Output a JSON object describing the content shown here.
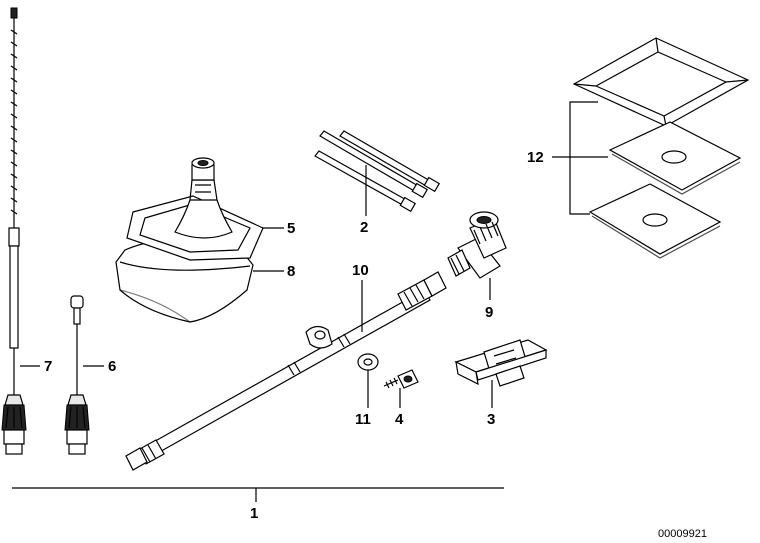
{
  "labels": {
    "p1": "1",
    "p2": "2",
    "p3": "3",
    "p4": "4",
    "p5": "5",
    "p6": "6",
    "p7": "7",
    "p8": "8",
    "p9": "9",
    "p10": "10",
    "p11": "11",
    "p12": "12"
  },
  "drawing_number": "00009921"
}
